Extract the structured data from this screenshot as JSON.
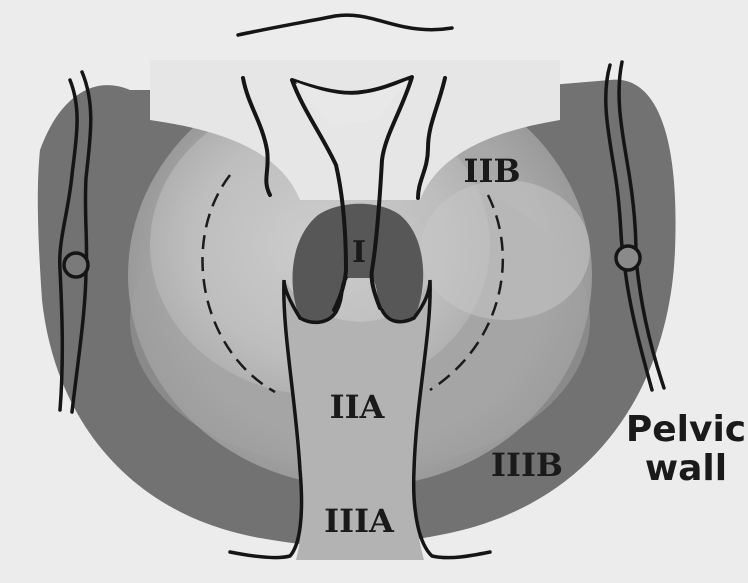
{
  "labels": {
    "stage_i": "I",
    "stage_iia": "IIA",
    "stage_iib": "IIB",
    "stage_iiia": "IIIA",
    "stage_iiib": "IIIB",
    "pelvic_wall_line1": "Pelvic",
    "pelvic_wall_line2": "wall"
  },
  "colors": {
    "background": "#ececec",
    "outer_band": "#6f6f6f",
    "middle_zone": "#a5a5a5",
    "inner_zone": "#c6c6c6",
    "vagina": "#b2b2b2",
    "cervix": "#5a5a5a",
    "outline": "#151515"
  }
}
